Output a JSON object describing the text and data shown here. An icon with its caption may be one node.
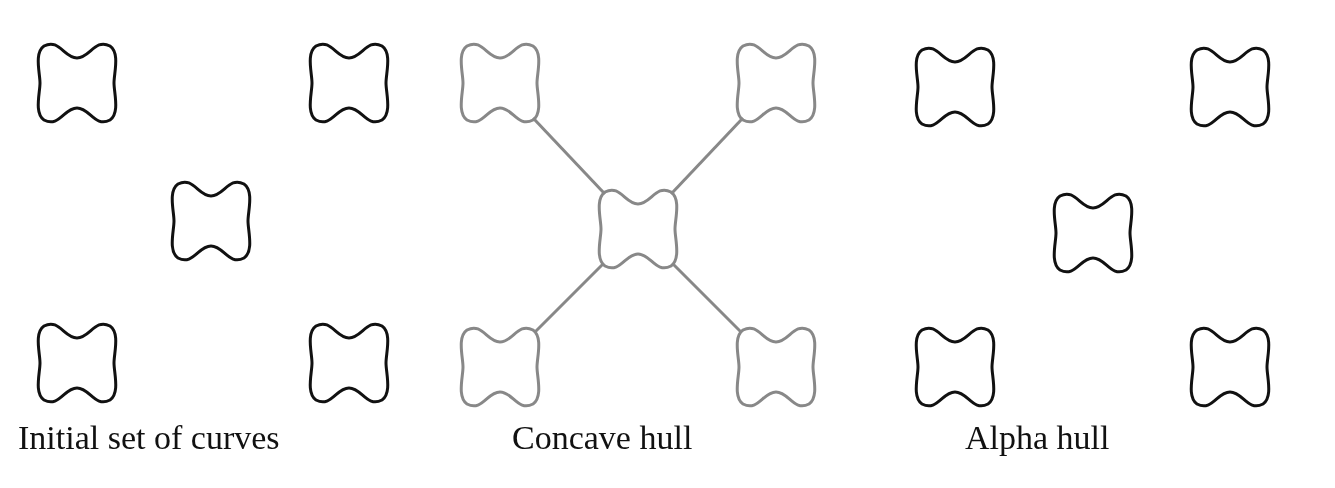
{
  "diagram": {
    "nodes": [
      {
        "text": [],
        "shape": "curve"
      },
      {
        "text": [],
        "shape": "curve"
      },
      {
        "text": [],
        "shape": "curve"
      },
      {
        "text": [],
        "shape": "curve"
      },
      {
        "text": [],
        "shape": "curve"
      },
      {
        "text": [],
        "shape": "curve"
      },
      {
        "text": [],
        "shape": "curve"
      },
      {
        "text": [],
        "shape": "curve"
      },
      {
        "text": [],
        "shape": "curve"
      },
      {
        "text": [],
        "shape": "curve"
      },
      {
        "text": [],
        "shape": "curve"
      },
      {
        "text": [],
        "shape": "curve"
      },
      {
        "text": [],
        "shape": "curve"
      },
      {
        "text": [],
        "shape": "curve"
      },
      {
        "text": [],
        "shape": "curve"
      }
    ],
    "edges": [
      {
        "from": 7,
        "to": 5,
        "arrow": "none"
      },
      {
        "from": 7,
        "to": 6,
        "arrow": "none"
      },
      {
        "from": 7,
        "to": 8,
        "arrow": "none"
      },
      {
        "from": 7,
        "to": 9,
        "arrow": "none"
      }
    ],
    "labels": [
      "Initial set of curves",
      "Concave hull",
      "Alpha hull"
    ]
  }
}
